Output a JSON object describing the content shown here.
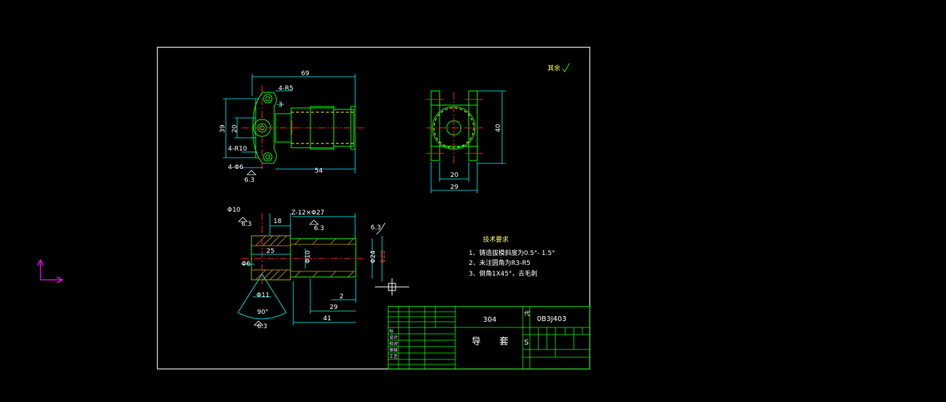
{
  "drawing": {
    "surface_finish_note": "其余",
    "views": {
      "front": {
        "dims": {
          "overall_length": "69",
          "slots": "4-R5",
          "small_step": "3",
          "height_outer": "39",
          "height_inner": "20",
          "corner_radius": "4-R10",
          "holes": "4-Φ6",
          "roughness": "6.3",
          "shaft_length": "54"
        }
      },
      "side": {
        "dims": {
          "height": "40",
          "inner_width": "20",
          "outer_width": "29"
        }
      },
      "section": {
        "dims": {
          "bore_top": "Φ10",
          "roughness_top": "6.3",
          "len_18": "18",
          "thread": "Z-12×Φ27",
          "roughness_mid": "6.3",
          "roughness_right": "6.3",
          "len_25": "25",
          "dia_10": "Φ10",
          "dia_24": "Φ24",
          "dia_28": "Φ28",
          "dia_6": "Φ6",
          "dia_11": "Φ11",
          "len_2": "2",
          "angle": "90°",
          "len_29": "29",
          "roughness_bottom": "6.3",
          "len_41": "41"
        }
      }
    },
    "tech_requirements": {
      "title": "技术要求",
      "items": [
        "1、铸造拔模斜度为0.5°- 1.5°",
        "2、未注圆角为R3-R5",
        "3、倒角1X45°，去毛刺"
      ]
    },
    "title_block": {
      "material": "304",
      "part_name": "导　　套",
      "drawing_number": "0B3J403",
      "code_label": "代",
      "scale_mark": "S",
      "row_labels": [
        "标",
        "设计",
        "校对",
        "审核",
        "工艺"
      ]
    }
  },
  "colors": {
    "background": "#000000",
    "frame": "#ffffff",
    "outline": "#00ff00",
    "centerline": "#ff2020",
    "dimension": "#00ffff",
    "hidden": "#ffff00",
    "hatch": "#c8a000",
    "ucs": "#ff00ff",
    "text": "#ffffff"
  },
  "ucs_icon": "ucs-axis-icon",
  "cursor_icon": "crosshair-cursor-icon"
}
